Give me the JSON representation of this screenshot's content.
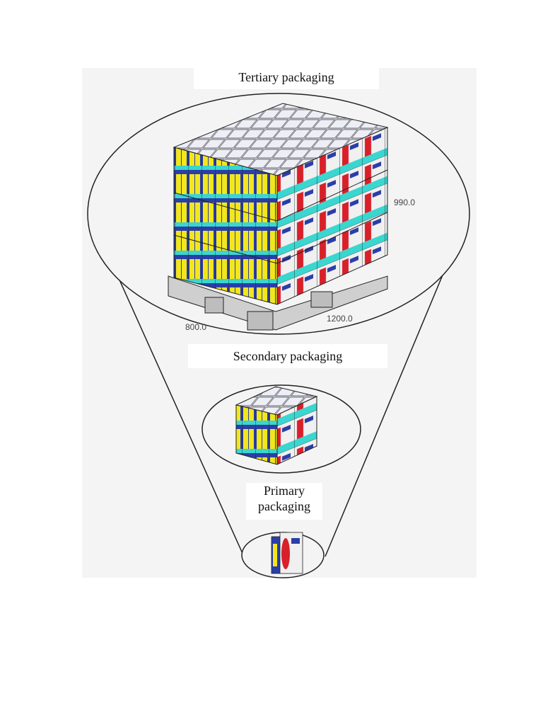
{
  "labels": {
    "tertiary": "Tertiary packaging",
    "secondary": "Secondary packaging",
    "primary_line1": "Primary",
    "primary_line2": "packaging"
  },
  "dimensions": {
    "height": "990.0",
    "length": "1200.0",
    "width": "800.0"
  },
  "colors": {
    "panel": "#f4f4f4",
    "outline": "#222222",
    "box_top": "#dcdcec",
    "box_front": "#f2f2f2",
    "stripe_cyan": "#3ad6d0",
    "stripe_yellow": "#f2e61c",
    "stripe_blue": "#2b3ea8",
    "logo_red": "#d8202a",
    "pallet": "#cfcfcf"
  }
}
